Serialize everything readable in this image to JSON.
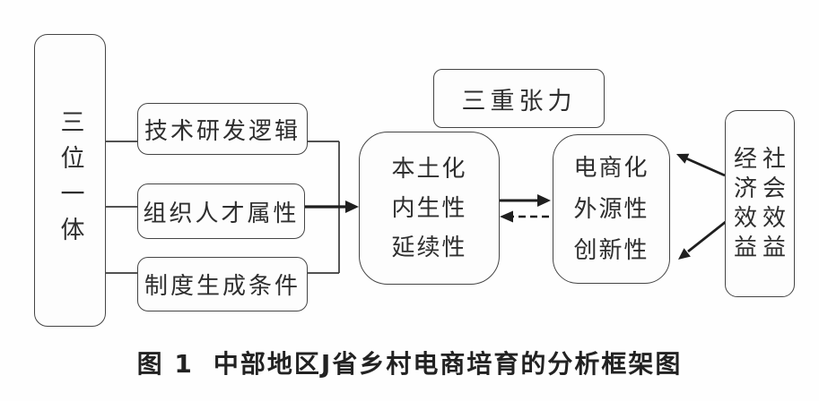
{
  "figure": {
    "caption_no": "图 1",
    "caption_title": "中部地区J省乡村电商培育的分析框架图"
  },
  "nodes": {
    "three_in_one": "三位一体",
    "tech_logic": "技术研发逻辑",
    "org_talent": "组织人才属性",
    "institution": "制度生成条件",
    "triple_tension": "三重张力",
    "localization": [
      "本土化",
      "内生性",
      "延续性"
    ],
    "ecommerce": [
      "电商化",
      "外源性",
      "创新性"
    ],
    "benefits": [
      "经社",
      "济会",
      "效效",
      "益益"
    ]
  },
  "colors": {
    "background": "#fefefe",
    "border": "#454545",
    "line": "#3a3a3a",
    "arrow": "#1f1f1f",
    "text": "#2e2e2e"
  }
}
